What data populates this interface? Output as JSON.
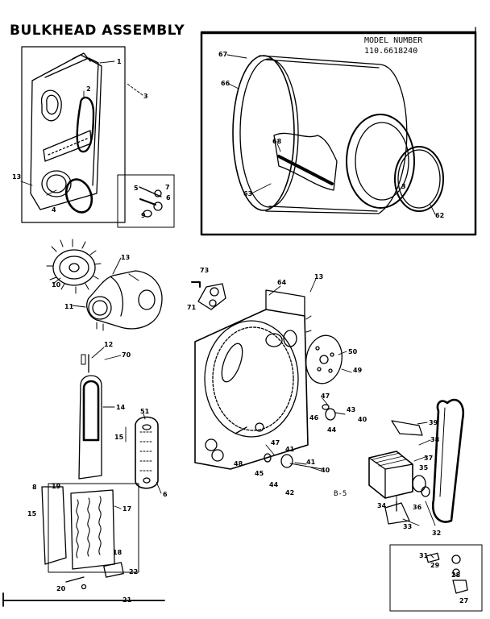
{
  "title": "BULKHEAD ASSEMBLY",
  "model": {
    "label": "MODEL NUMBER",
    "number": "110.6618240"
  },
  "sheet_code": "B-5",
  "icons": {
    "drum": "drum-icon",
    "bulkhead": "bulkhead-icon",
    "fan": "blower-wheel-icon",
    "blower": "blower-housing-icon",
    "duct": "exhaust-duct-icon",
    "heater": "heater-element-icon",
    "motor": "motor-icon",
    "belt": "drive-belt-icon"
  },
  "callouts": [
    "1",
    "2",
    "3",
    "13",
    "4",
    "5",
    "7",
    "6",
    "9",
    "10",
    "13",
    "11",
    "12",
    "70",
    "14",
    "15",
    "51",
    "6",
    "8",
    "19",
    "17",
    "15",
    "20",
    "18",
    "22",
    "21",
    "67",
    "66",
    "68",
    "63",
    "3",
    "62",
    "73",
    "71",
    "64",
    "13",
    "50",
    "49",
    "47",
    "46",
    "43",
    "40",
    "44",
    "48",
    "47",
    "45",
    "41",
    "44",
    "42",
    "41",
    "40",
    "39",
    "38",
    "37",
    "35",
    "34",
    "36",
    "33",
    "32",
    "31",
    "29",
    "28",
    "27"
  ]
}
